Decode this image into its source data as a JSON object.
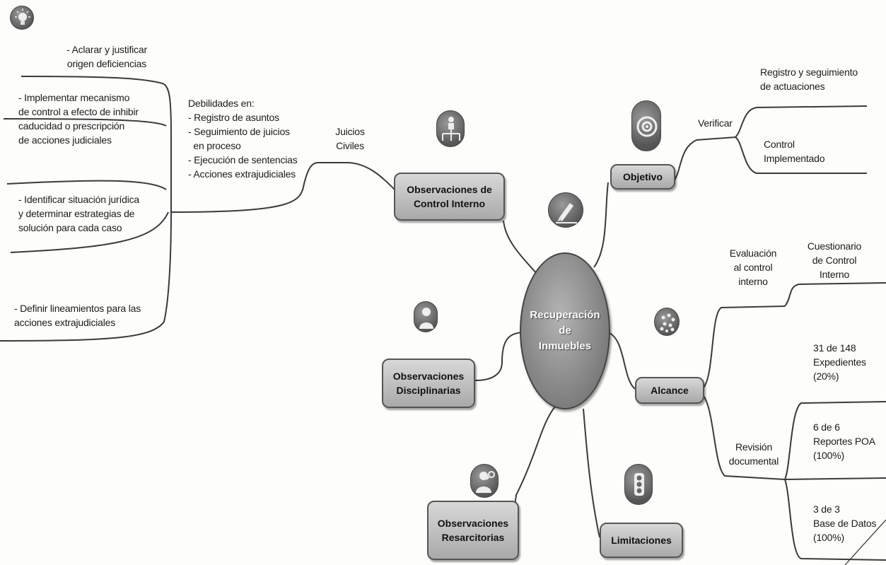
{
  "central_topic": "Recuperación\nde\nInmuebles",
  "branches": {
    "control_interno": {
      "label": "Observaciones de\nControl Interno",
      "juicios": "Juicios\nCiviles",
      "debilidades": "Debilidades en:\n- Registro de asuntos\n- Seguimiento de juicios\n  en proceso\n- Ejecución de sentencias\n- Acciones extrajudiciales",
      "recommendations": [
        "- Aclarar y justificar\norigen deficiencias",
        "- Implementar mecanismo\nde control a efecto de inhibir\ncaducidad o prescripción\nde acciones judiciales",
        "- Identificar situación jurídica\ny determinar estrategias de\nsolución para cada caso",
        "- Definir lineamientos para las\nacciones extrajudiciales"
      ]
    },
    "objetivo": {
      "label": "Objetivo",
      "verificar": "Verificar",
      "items": [
        "Registro y seguimiento\nde actuaciones",
        "Control\nImplementado"
      ]
    },
    "alcance": {
      "label": "Alcance",
      "evaluacion": "Evaluación\nal control\ninterno",
      "cuestionario": "Cuestionario\nde Control\nInterno",
      "revision": "Revisión\ndocumental",
      "revision_items": [
        "31 de 148\nExpedientes\n(20%)",
        "6 de 6\nReportes POA\n(100%)",
        "3 de 3\nBase de Datos\n(100%)"
      ]
    },
    "disciplinarias": {
      "label": "Observaciones\nDisciplinarias"
    },
    "resarcitorias": {
      "label": "Observaciones\nResarcitorias"
    },
    "limitaciones": {
      "label": "Limitaciones"
    }
  },
  "icons": [
    "lightbulb-icon",
    "org-chart-icon",
    "target-icon",
    "pen-writing-icon",
    "dots-cluster-icon",
    "person-icon",
    "person-magnifier-icon",
    "traffic-light-icon"
  ]
}
